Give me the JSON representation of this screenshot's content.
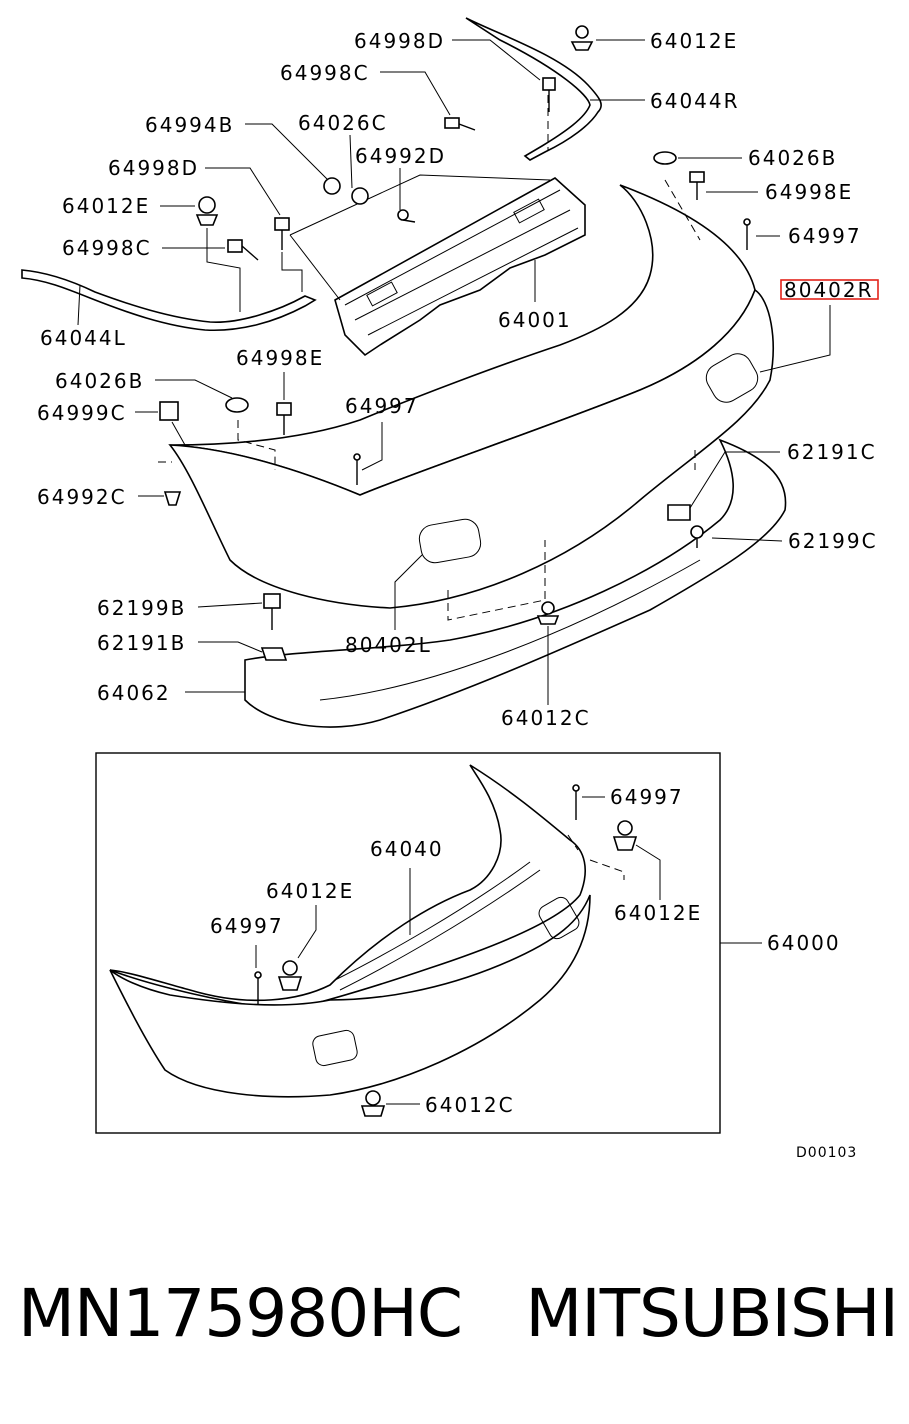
{
  "labels": {
    "p64998D_top": "64998D",
    "p64012E_top": "64012E",
    "p64998C_top": "64998C",
    "p64044R": "64044R",
    "p64994B": "64994B",
    "p64026C": "64026C",
    "p64992D": "64992D",
    "p64026B_r": "64026B",
    "p64998D_l": "64998D",
    "p64998E_r": "64998E",
    "p64012E_l": "64012E",
    "p64997_r": "64997",
    "p64998C_l": "64998C",
    "p80402R": "80402R",
    "p64001": "64001",
    "p64044L": "64044L",
    "p64998E_l": "64998E",
    "p64026B_l": "64026B",
    "p64997_m": "64997",
    "p64999C": "64999C",
    "p62191C": "62191C",
    "p64992C": "64992C",
    "p62199C": "62199C",
    "p62199B": "62199B",
    "p80402L": "80402L",
    "p62191B": "62191B",
    "p64062": "64062",
    "p64012C_m": "64012C",
    "p64997_b1": "64997",
    "p64040": "64040",
    "p64012E_b1": "64012E",
    "p64012E_b2": "64012E",
    "p64997_b2": "64997",
    "p64000": "64000",
    "p64012C_b": "64012C"
  },
  "diagram_code": "D00103",
  "footer": {
    "part_number": "MN175980HC",
    "brand": "MITSUBISHI"
  },
  "highlight_color": "#e2231a"
}
